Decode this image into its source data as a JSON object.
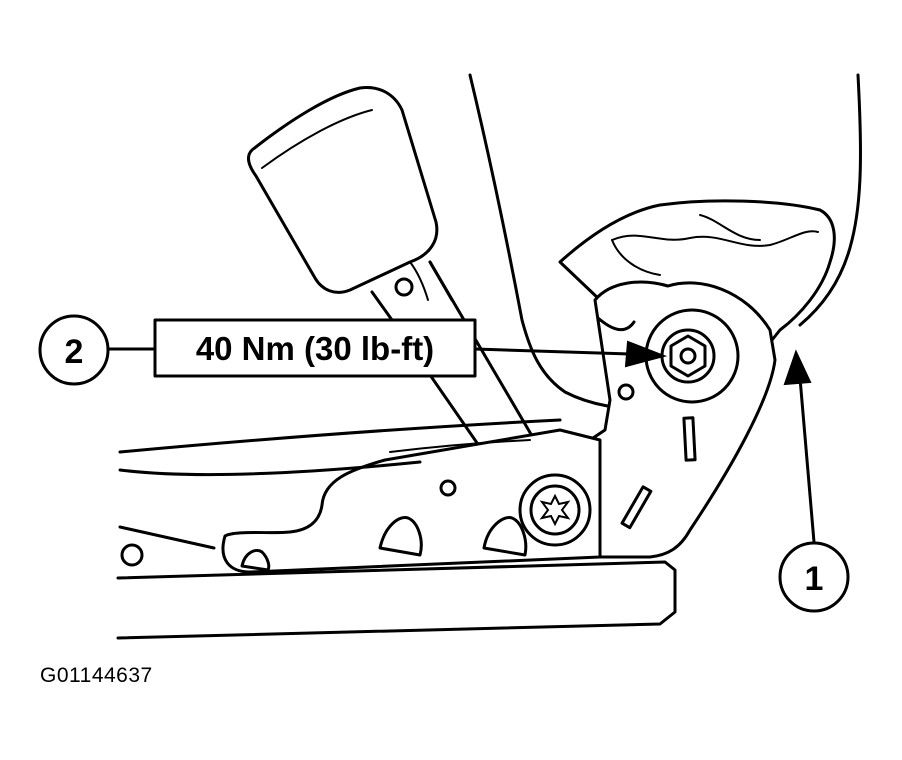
{
  "figure": {
    "id_code": "G01144637"
  },
  "callouts": [
    {
      "number": "1",
      "target": "seat-back-recliner-trim"
    },
    {
      "number": "2",
      "target": "recliner-pivot-bolt"
    }
  ],
  "torque_spec": {
    "label": "40 Nm (30 lb-ft)"
  }
}
